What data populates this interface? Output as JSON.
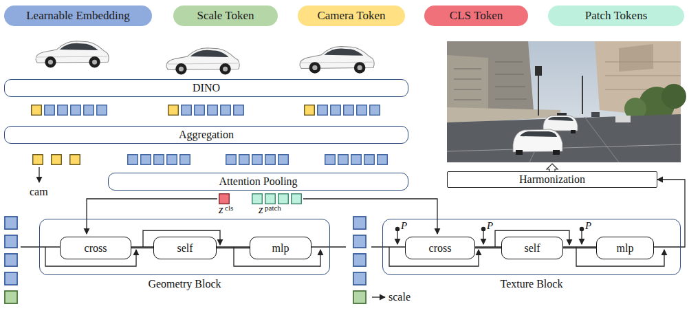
{
  "diagram": {
    "nodes": [
      {
        "text": [
          "DINO"
        ]
      },
      {
        "text": [
          "Aggregation"
        ]
      },
      {
        "text": [
          "Attention Pooling"
        ]
      },
      {
        "text": [
          "Geometry Block"
        ]
      },
      {
        "text": [
          "cross"
        ],
        "in": 3
      },
      {
        "text": [
          "self"
        ],
        "in": 3
      },
      {
        "text": [
          "mlp"
        ],
        "in": 3
      },
      {
        "text": [
          "Texture Block"
        ]
      },
      {
        "text": [
          "cross"
        ],
        "in": 7
      },
      {
        "text": [
          "self"
        ],
        "in": 7
      },
      {
        "text": [
          "mlp"
        ],
        "in": 7
      },
      {
        "text": [
          "Harmonization"
        ]
      }
    ],
    "edges": [
      {
        "from": 4,
        "to": 5,
        "arrow": "none"
      },
      {
        "from": 5,
        "to": 6,
        "arrow": "none"
      },
      {
        "from": 8,
        "to": 9,
        "arrow": "none"
      },
      {
        "from": 9,
        "to": 10,
        "arrow": "none"
      },
      {
        "from": 7,
        "to": 11,
        "arrow": "to"
      }
    ],
    "labels": [
      "cam",
      "z",
      "cls",
      "z",
      "patch",
      "P",
      "P",
      "P",
      "scale"
    ],
    "legend": [
      {
        "text": "Learnable Embedding",
        "color": "#8FAADC"
      },
      {
        "text": "Scale Token",
        "color": "#B5D6A7"
      },
      {
        "text": "Camera Token",
        "color": "#FFE083"
      },
      {
        "text": "CLS Token",
        "color": "#F0717A"
      },
      {
        "text": "Patch Tokens",
        "color": "#BDF1DD"
      }
    ]
  }
}
